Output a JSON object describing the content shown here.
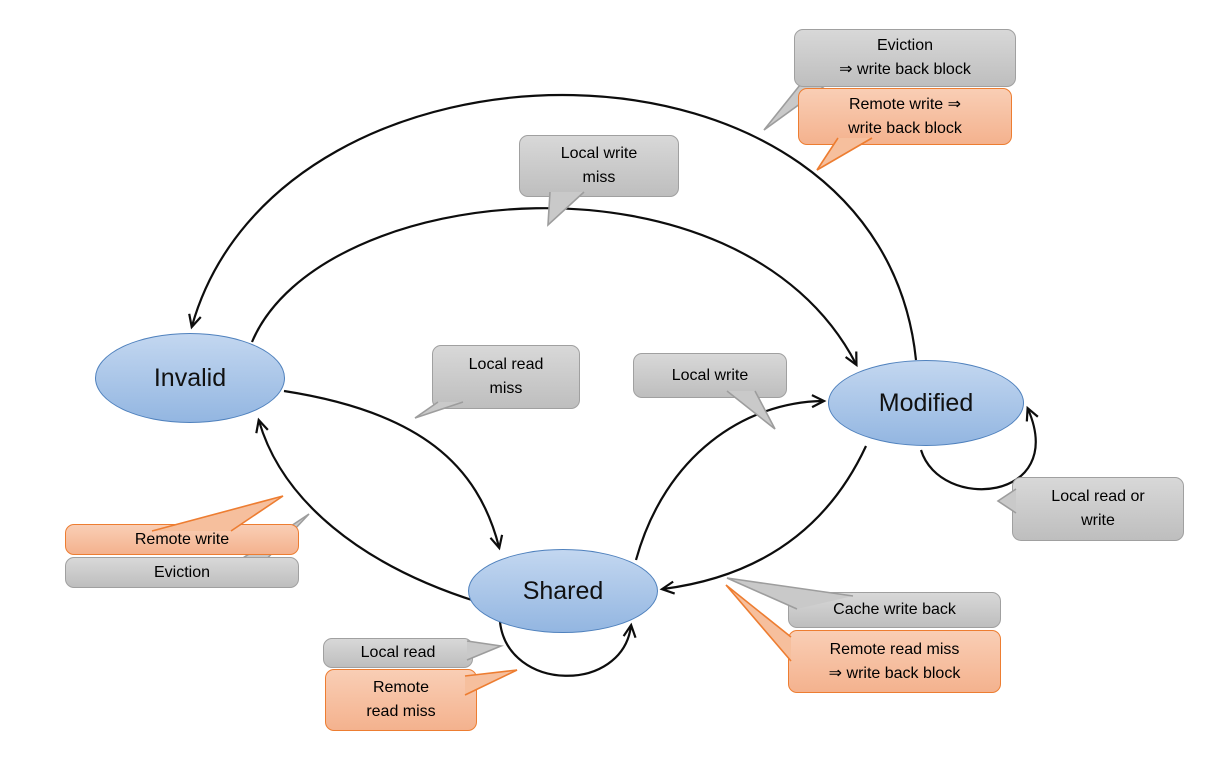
{
  "diagram": {
    "type": "state-diagram",
    "subject": "MSI cache coherence protocol",
    "states": {
      "invalid": {
        "label": "Invalid"
      },
      "shared": {
        "label": "Shared"
      },
      "modified": {
        "label": "Modified"
      }
    },
    "callouts": {
      "eviction_writeback": {
        "label": "Eviction\n⇒ write back block",
        "style": "gray"
      },
      "remote_write_writeback": {
        "label": "Remote write ⇒\nwrite back block",
        "style": "orange"
      },
      "local_write_miss": {
        "label": "Local write\nmiss",
        "style": "gray"
      },
      "local_read_miss": {
        "label": "Local read\nmiss",
        "style": "gray"
      },
      "local_write": {
        "label": "Local write",
        "style": "gray"
      },
      "local_read_or_write": {
        "label": "Local read or\nwrite",
        "style": "gray"
      },
      "remote_write": {
        "label": "Remote write",
        "style": "orange"
      },
      "eviction": {
        "label": "Eviction",
        "style": "gray"
      },
      "local_read": {
        "label": "Local read",
        "style": "gray"
      },
      "remote_read_miss": {
        "label": "Remote\nread miss",
        "style": "orange"
      },
      "cache_write_back": {
        "label": "Cache write back",
        "style": "gray"
      },
      "remote_read_miss_writeback": {
        "label": "Remote read miss\n⇒ write back block",
        "style": "orange"
      }
    },
    "transitions": [
      {
        "from": "Modified",
        "to": "Invalid",
        "labels": [
          "Eviction ⇒ write back block",
          "Remote write ⇒ write back block"
        ]
      },
      {
        "from": "Invalid",
        "to": "Modified",
        "labels": [
          "Local write miss"
        ]
      },
      {
        "from": "Invalid",
        "to": "Shared",
        "labels": [
          "Local read miss"
        ]
      },
      {
        "from": "Shared",
        "to": "Invalid",
        "labels": [
          "Remote write",
          "Eviction"
        ]
      },
      {
        "from": "Shared",
        "to": "Modified",
        "labels": [
          "Local write"
        ]
      },
      {
        "from": "Modified",
        "to": "Shared",
        "labels": [
          "Cache write back",
          "Remote read miss ⇒ write back block"
        ]
      },
      {
        "from": "Modified",
        "to": "Modified",
        "labels": [
          "Local read or write"
        ]
      },
      {
        "from": "Shared",
        "to": "Shared",
        "labels": [
          "Local read",
          "Remote read miss"
        ]
      }
    ],
    "colors": {
      "background": "#ffffff",
      "state_fill_top": "#c3d7f0",
      "state_fill_bottom": "#93b6e1",
      "state_border": "#4f81bd",
      "gray_fill": "#c9c9c9",
      "gray_border": "#a0a0a0",
      "orange_fill": "#f6bf9d",
      "orange_border": "#ed7d31",
      "arrow": "#0d0d0d"
    }
  }
}
